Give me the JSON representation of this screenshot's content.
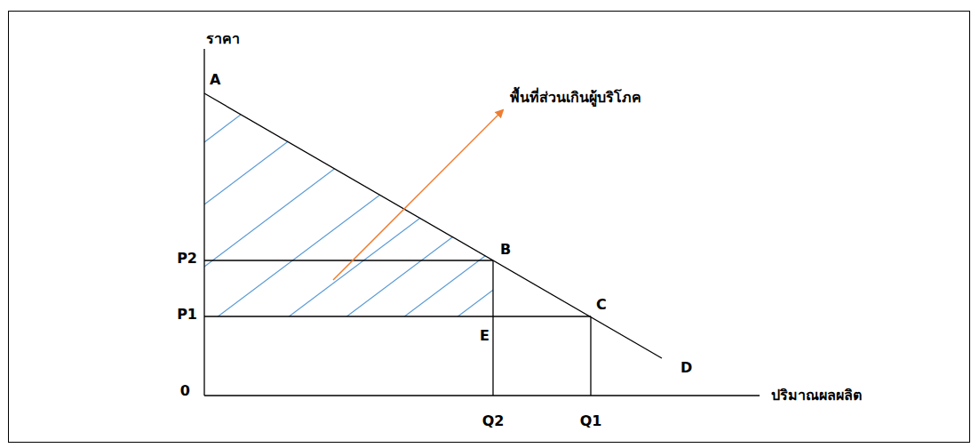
{
  "diagram": {
    "labels": [
      "ราคา",
      "A",
      "พื้นที่ส่วนเกินผู้บริโภค",
      "P2",
      "B",
      "P1",
      "C",
      "E",
      "D",
      "0",
      "ปริมาณผลผลิต",
      "Q2",
      "Q1"
    ]
  }
}
